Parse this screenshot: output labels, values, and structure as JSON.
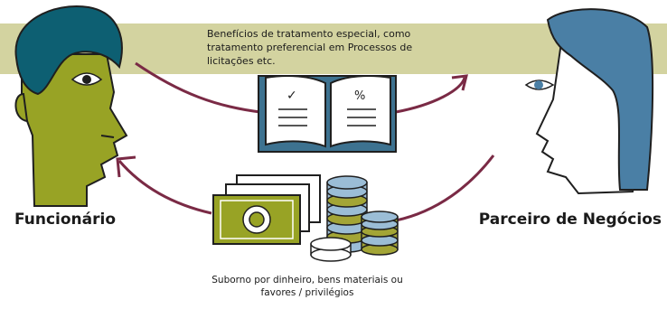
{
  "diagram": {
    "top_caption": "Benefícios de tratamento especial, como tratamento preferencial em Processos de licitações etc.",
    "bottom_caption_line1": "Suborno por dinheiro, bens materiais ou",
    "bottom_caption_line2": "favores / privilégios",
    "employee_label": "Funcionário",
    "partner_label": "Parceiro de Negócios",
    "book_marks": [
      "✓",
      "%"
    ]
  },
  "colors": {
    "band": "#d3d3a0",
    "arrow": "#7a2a45",
    "employee_hair": "#0d5f72",
    "employee_face": "#98a325",
    "partner_hair": "#4a7fa5",
    "book_cover": "#3d7290",
    "book_pages": "#ffffff",
    "coin_blue": "#9bbdd6",
    "coin_olive": "#a3a536",
    "bill_green": "#98a325",
    "outline": "#1f1f1f"
  }
}
